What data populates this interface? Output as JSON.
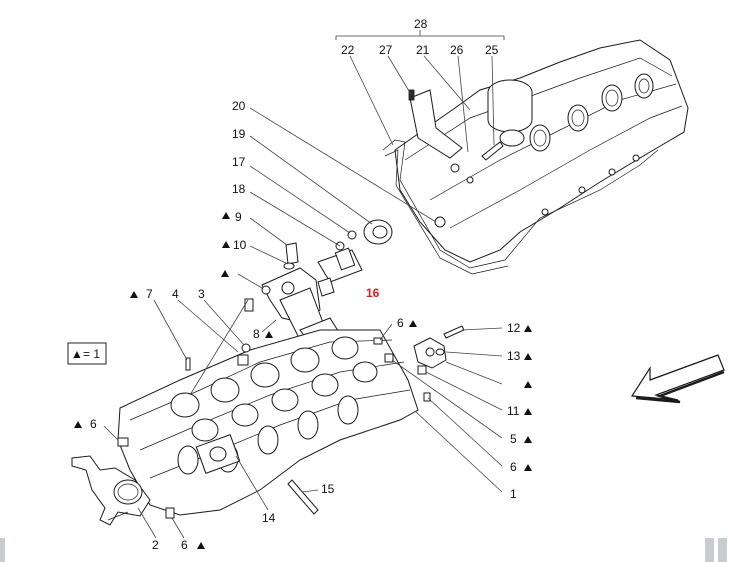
{
  "diagram": {
    "legend": {
      "symbol": "▲",
      "text": "= 1"
    },
    "highlight_color": "#e0201b",
    "labels": {
      "p28": "28",
      "p22": "22",
      "p27": "27",
      "p21": "21",
      "p26": "26",
      "p25": "25",
      "p20": "20",
      "p19": "19",
      "p17": "17",
      "p18": "18",
      "p16": "16",
      "p9": "9",
      "p10": "10",
      "p8": "8",
      "p7": "7",
      "p4": "4",
      "p3": "3",
      "p6a": "6",
      "p6b": "6",
      "p6c": "6",
      "p6d": "6",
      "p12": "12",
      "p13": "13",
      "p11": "11",
      "p5": "5",
      "p1": "1",
      "p15": "15",
      "p14": "14",
      "p2": "2"
    }
  }
}
